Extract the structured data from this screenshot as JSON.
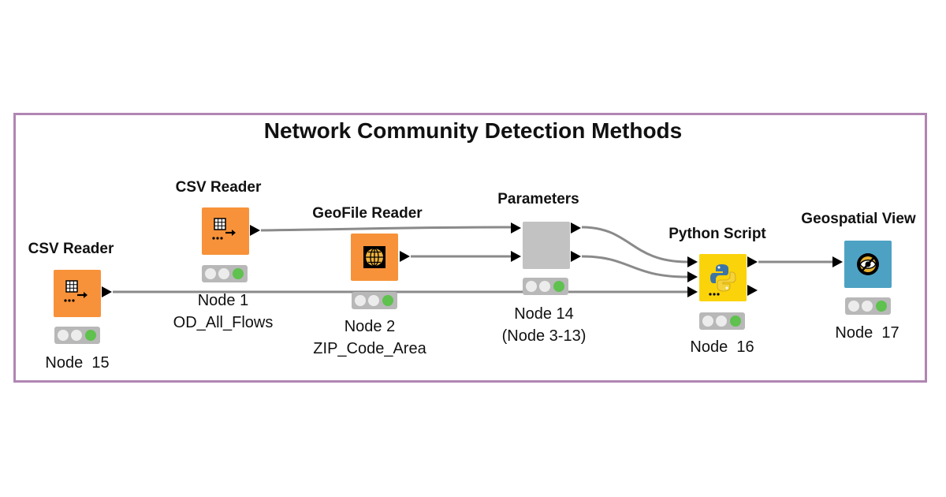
{
  "workflow": {
    "annotation_title": "Network Community Detection Methods",
    "annotation_border_color": "#b085b3",
    "nodes": [
      {
        "id": "node15",
        "title": "CSV Reader",
        "label_lines": [
          "Node  15"
        ],
        "color": "#f7923a",
        "icon": "table-reader-icon",
        "status": "executed"
      },
      {
        "id": "node1",
        "title": "CSV Reader",
        "label_lines": [
          "Node 1",
          "OD_All_Flows"
        ],
        "color": "#f7923a",
        "icon": "table-reader-icon",
        "status": "executed"
      },
      {
        "id": "node2",
        "title": "GeoFile Reader",
        "label_lines": [
          "Node 2",
          "ZIP_Code_Area"
        ],
        "color": "#f7923a",
        "icon": "globe-icon",
        "status": "executed"
      },
      {
        "id": "node14",
        "title": "Parameters",
        "label_lines": [
          "Node 14",
          "(Node 3-13)"
        ],
        "color": "#c2c2c2",
        "icon": "metanode-icon",
        "status": "executed"
      },
      {
        "id": "node16",
        "title": "Python Script",
        "label_lines": [
          "Node  16"
        ],
        "color": "#fbd30a",
        "icon": "python-icon",
        "status": "executed"
      },
      {
        "id": "node17",
        "title": "Geospatial View",
        "label_lines": [
          "Node  17"
        ],
        "color": "#4da2c4",
        "icon": "map-view-icon",
        "status": "executed"
      }
    ],
    "connections": [
      {
        "from": "node1",
        "to": "node14"
      },
      {
        "from": "node2",
        "to": "node14"
      },
      {
        "from": "node14",
        "to": "node16"
      },
      {
        "from": "node14",
        "to": "node16"
      },
      {
        "from": "node15",
        "to": "node16"
      },
      {
        "from": "node16",
        "to": "node17"
      }
    ]
  }
}
